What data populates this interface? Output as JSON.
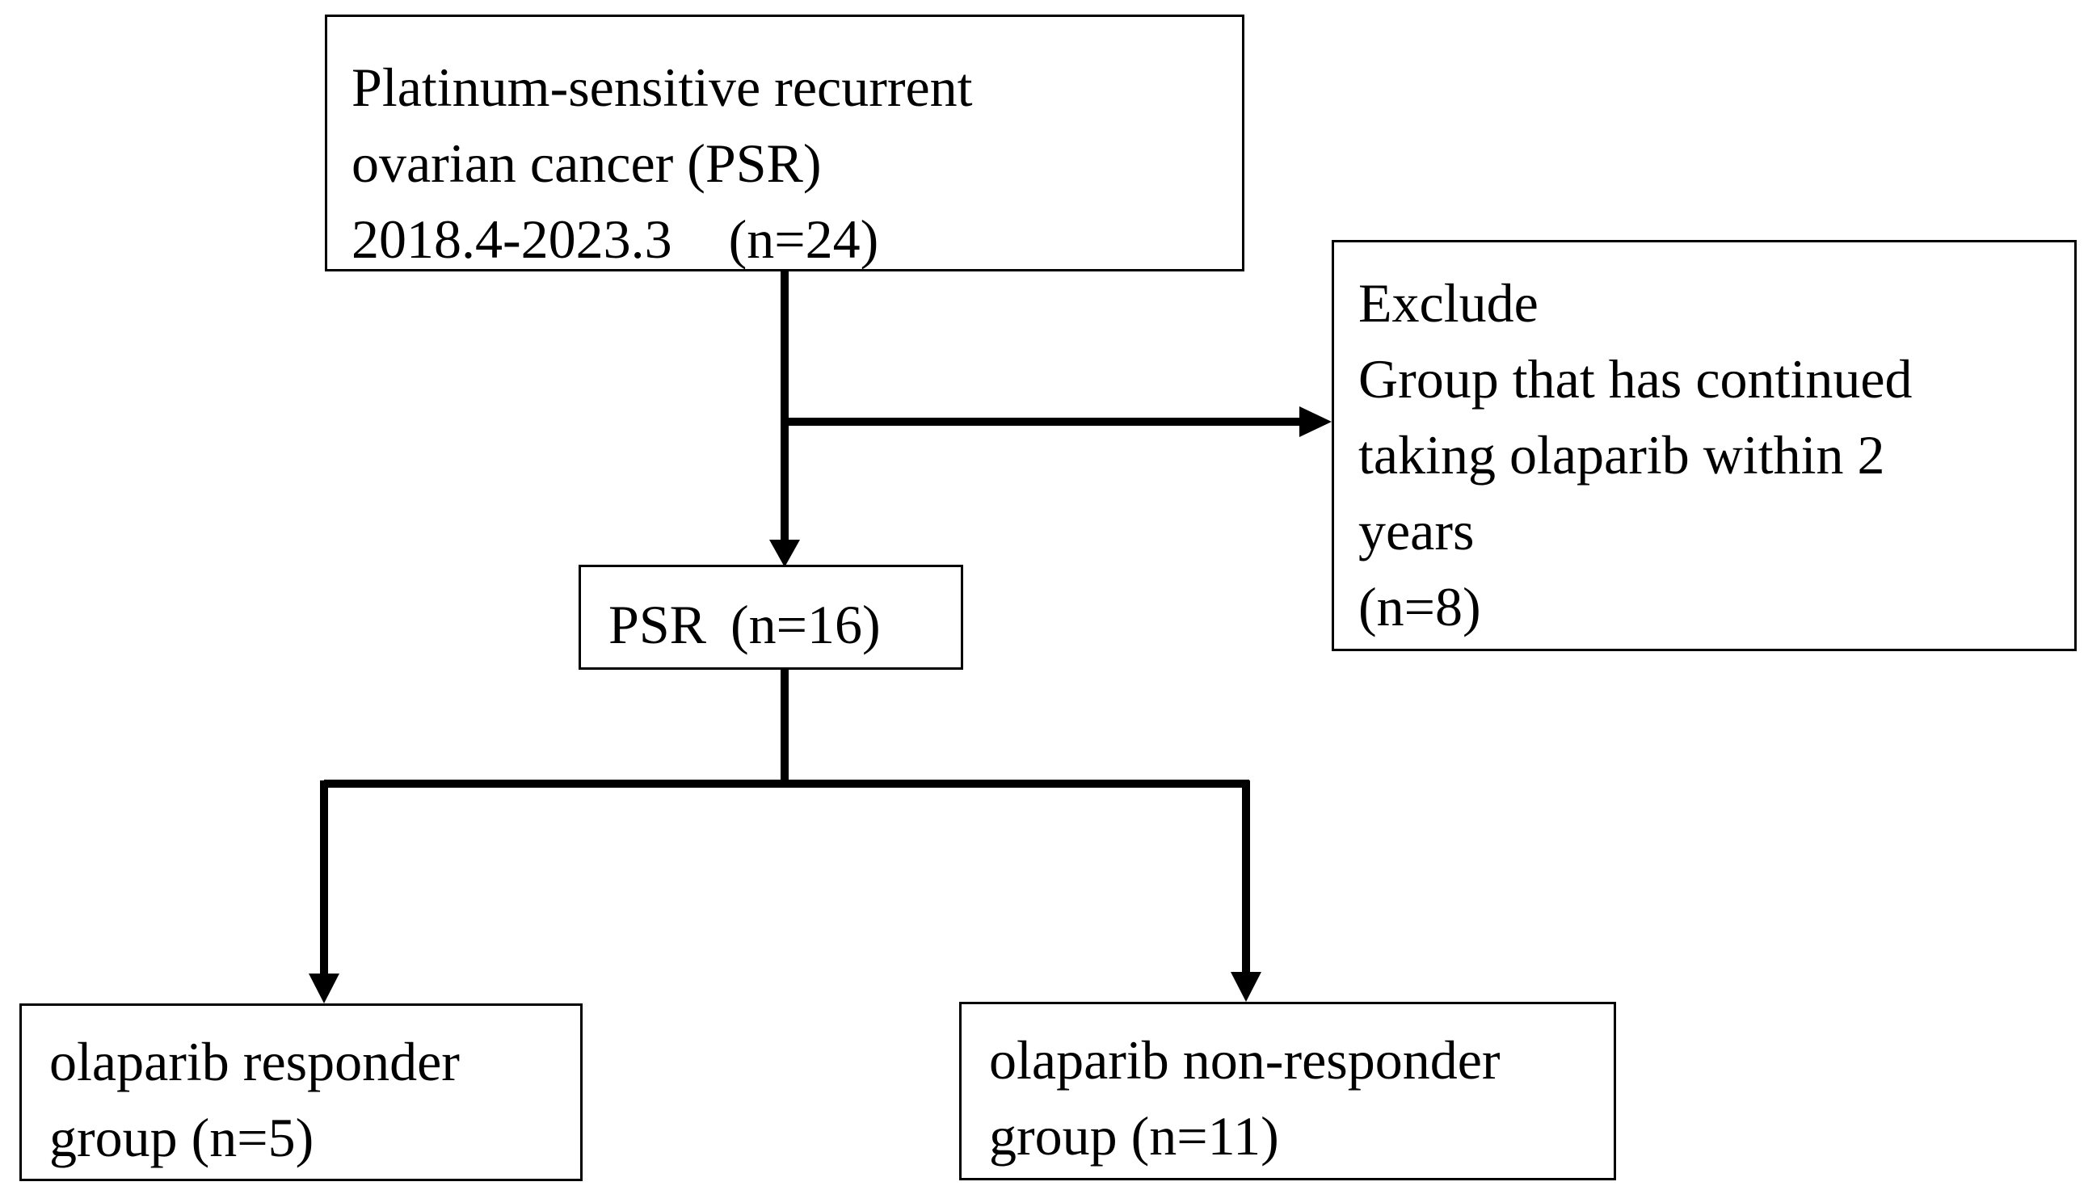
{
  "nodes": {
    "start": {
      "line1": "Platinum-sensitive recurrent",
      "line2": "ovarian cancer (PSR)",
      "date_range": "2018.4-2023.3",
      "count": "(n=24)"
    },
    "exclude": {
      "line1": "Exclude",
      "line2": "Group that has continued",
      "line3": "taking olaparib within 2",
      "line4": "years",
      "count": "(n=8)"
    },
    "psr": {
      "label": "PSR",
      "count": "(n=16)"
    },
    "responder": {
      "line1": "olaparib responder",
      "line2": "group (n=5)"
    },
    "nonresponder": {
      "line1": "olaparib non-responder",
      "line2": "group (n=11)"
    }
  },
  "edges": [
    {
      "from": "start",
      "to": "psr"
    },
    {
      "from": "start",
      "to": "exclude"
    },
    {
      "from": "psr",
      "to": "responder"
    },
    {
      "from": "psr",
      "to": "nonresponder"
    }
  ],
  "colors": {
    "line": "#000000",
    "box_border": "#000000",
    "background": "#ffffff"
  }
}
